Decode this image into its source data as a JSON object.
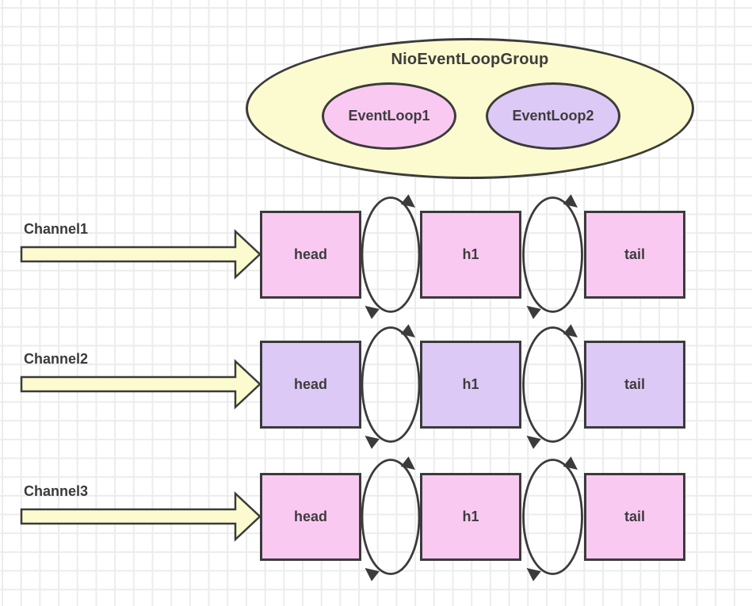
{
  "group": {
    "title": "NioEventLoopGroup",
    "fill": "#fbfbcf",
    "event_loops": [
      {
        "label": "EventLoop1",
        "fill": "#fac9f2"
      },
      {
        "label": "EventLoop2",
        "fill": "#dcc9f5"
      }
    ]
  },
  "channels": [
    {
      "label": "Channel1",
      "node_fill": "#fac9f2",
      "nodes": [
        "head",
        "h1",
        "tail"
      ]
    },
    {
      "label": "Channel2",
      "node_fill": "#dcc9f5",
      "nodes": [
        "head",
        "h1",
        "tail"
      ]
    },
    {
      "label": "Channel3",
      "node_fill": "#fac9f2",
      "nodes": [
        "head",
        "h1",
        "tail"
      ]
    }
  ],
  "colors": {
    "stroke": "#3b3b3b",
    "arrow_fill": "#fbfbcf",
    "text": "#3d3d3d",
    "grid_line": "#ececec",
    "background": "#ffffff"
  }
}
